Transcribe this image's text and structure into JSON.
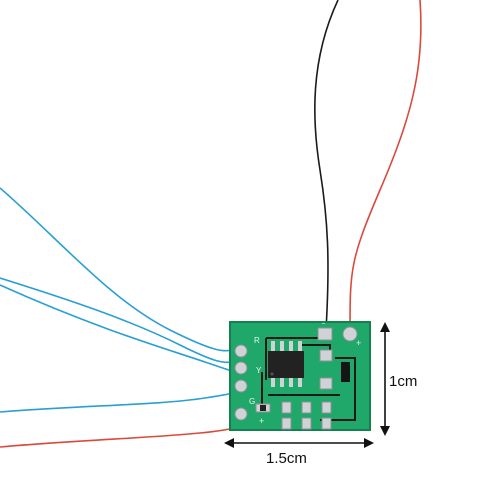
{
  "board": {
    "pad_labels": [
      "R",
      "Y",
      "G",
      "+"
    ],
    "terminal_labels": [
      "-",
      "+"
    ]
  },
  "dimensions": {
    "height_label": "1cm",
    "width_label": "1.5cm"
  },
  "colors": {
    "background": "#ffffff",
    "pcb": "#1fa86a",
    "pcb_edge": "#148050",
    "trace": "#171a17",
    "pad": "#cfd3d6",
    "chip": "#222222",
    "wire_blue": "#2a9fd4",
    "wire_red": "#d94a3c",
    "wire_black": "#1b1b1b",
    "arrow": "#111111"
  }
}
